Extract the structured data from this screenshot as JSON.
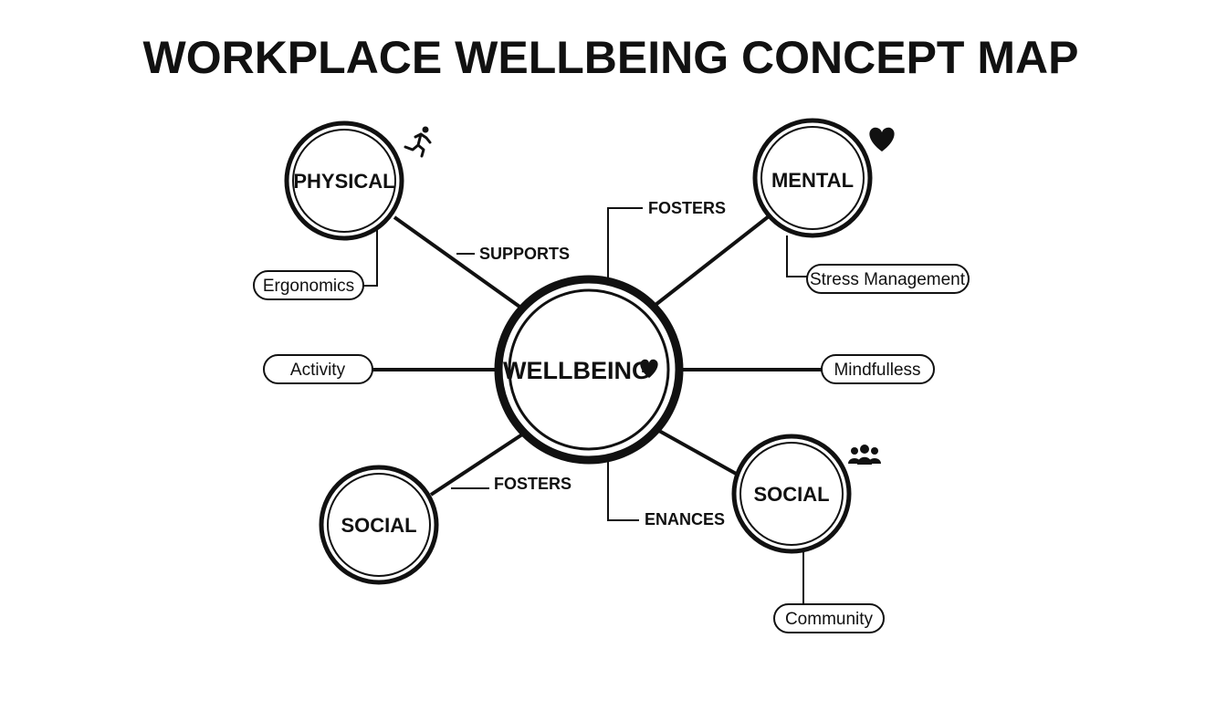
{
  "title": "WORKPLACE WELLBEING CONCEPT MAP",
  "center": {
    "label": "WELLBEING",
    "icon": "heart-icon"
  },
  "nodes": {
    "physical": {
      "label": "PHYSICAL",
      "icon": "running-person-icon"
    },
    "mental": {
      "label": "MENTAL",
      "icon": "heart-icon"
    },
    "social_left": {
      "label": "SOCIAL"
    },
    "social_right": {
      "label": "SOCIAL",
      "icon": "people-group-icon"
    }
  },
  "relations": {
    "supports": "SUPPORTS",
    "fosters_top": "FOSTERS",
    "fosters_bottom": "FOSTERS",
    "enances": "ENANCES"
  },
  "pills": {
    "ergonomics": "Ergonomics",
    "stress_management": "Stress Management",
    "activity": "Activity",
    "mindfulness": "Mindfulless",
    "community": "Community"
  },
  "colors": {
    "stroke": "#111111",
    "background": "#ffffff"
  }
}
